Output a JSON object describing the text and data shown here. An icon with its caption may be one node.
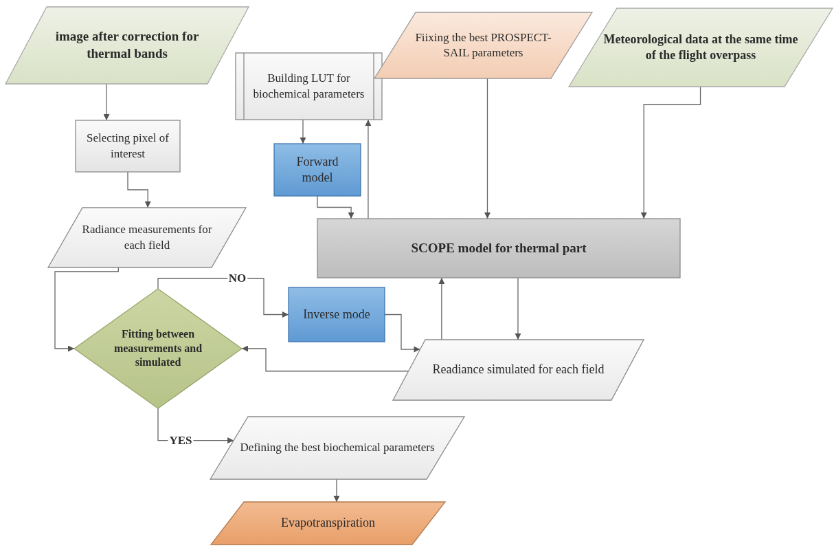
{
  "diagram": {
    "nodes": [
      {
        "text": [
          "image after correction for thermal bands"
        ]
      },
      {
        "text": [
          "Selecting pixel of interest"
        ]
      },
      {
        "text": [
          "Building LUT for biochemical parameters"
        ]
      },
      {
        "text": [
          "Fiixing the best PROSPECT-SAIL parameters"
        ]
      },
      {
        "text": [
          "Meteorological data at the same time of the flight overpass"
        ]
      },
      {
        "text": [
          "Forward model"
        ]
      },
      {
        "text": [
          "Radiance measurements for each field"
        ]
      },
      {
        "text": [
          "SCOPE model for thermal part"
        ]
      },
      {
        "text": [
          "Fitting between measurements and simulated"
        ]
      },
      {
        "text": [
          "Inverse mode"
        ]
      },
      {
        "text": [
          "Readiance simulated for each field"
        ]
      },
      {
        "text": [
          "Defining the best biochemical parameters"
        ]
      },
      {
        "text": [
          "Evapotranspiration"
        ]
      }
    ],
    "edges": [
      {
        "from": 0,
        "to": 1,
        "arrow": "to"
      },
      {
        "from": 1,
        "to": 6,
        "arrow": "to"
      },
      {
        "from": 2,
        "to": 5,
        "arrow": "to"
      },
      {
        "from": 5,
        "to": 7,
        "arrow": "to"
      },
      {
        "from": 7,
        "to": 2,
        "arrow": "to"
      },
      {
        "from": 3,
        "to": 7,
        "arrow": "to"
      },
      {
        "from": 4,
        "to": 7,
        "arrow": "to"
      },
      {
        "from": 6,
        "to": 8,
        "arrow": "to"
      },
      {
        "from": 8,
        "to": 9,
        "arrow": "to",
        "label": "NO"
      },
      {
        "from": 9,
        "to": 10,
        "arrow": "to"
      },
      {
        "from": 10,
        "to": 7,
        "arrow": "to"
      },
      {
        "from": 7,
        "to": 10,
        "arrow": "to"
      },
      {
        "from": 10,
        "to": 8,
        "arrow": "to"
      },
      {
        "from": 8,
        "to": 11,
        "arrow": "to",
        "label": "YES"
      },
      {
        "from": 11,
        "to": 12,
        "arrow": "to"
      }
    ]
  }
}
